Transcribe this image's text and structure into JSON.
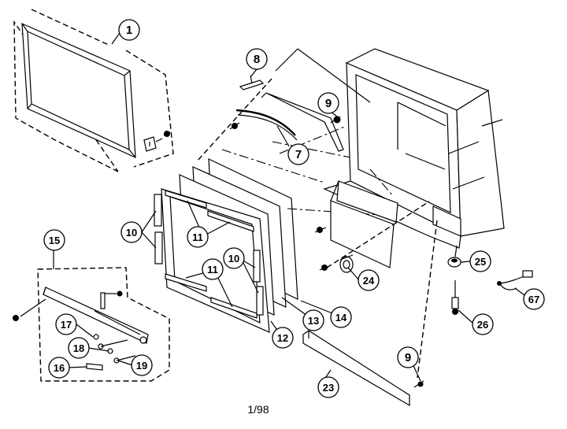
{
  "callouts": [
    {
      "id": "c1",
      "label": "1"
    },
    {
      "id": "c7",
      "label": "7"
    },
    {
      "id": "c8",
      "label": "8"
    },
    {
      "id": "c9a",
      "label": "9"
    },
    {
      "id": "c9b",
      "label": "9"
    },
    {
      "id": "c10a",
      "label": "10"
    },
    {
      "id": "c10b",
      "label": "10"
    },
    {
      "id": "c11a",
      "label": "11"
    },
    {
      "id": "c11b",
      "label": "11"
    },
    {
      "id": "c12",
      "label": "12"
    },
    {
      "id": "c13",
      "label": "13"
    },
    {
      "id": "c14",
      "label": "14"
    },
    {
      "id": "c15",
      "label": "15"
    },
    {
      "id": "c16",
      "label": "16"
    },
    {
      "id": "c17",
      "label": "17"
    },
    {
      "id": "c18",
      "label": "18"
    },
    {
      "id": "c19",
      "label": "19"
    },
    {
      "id": "c23",
      "label": "23"
    },
    {
      "id": "c24",
      "label": "24"
    },
    {
      "id": "c25",
      "label": "25"
    },
    {
      "id": "c26",
      "label": "26"
    },
    {
      "id": "c67",
      "label": "67"
    }
  ],
  "footer": {
    "date_code": "1/98"
  }
}
